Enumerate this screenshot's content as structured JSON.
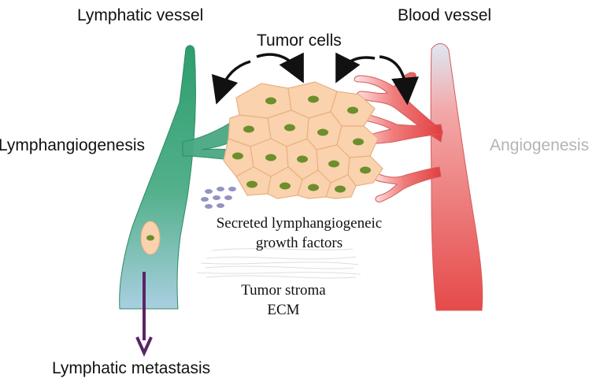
{
  "diagram": {
    "labels": {
      "lymphatic_vessel": "Lymphatic vessel",
      "blood_vessel": "Blood vessel",
      "tumor_cells": "Tumor cells",
      "lymphangiogenesis": "Lymphangiogenesis",
      "angiogenesis": "Angiogenesis",
      "secreted_line1": "Secreted lymphangiogeneic",
      "secreted_line2": "growth factors",
      "stroma_line1": "Tumor stroma",
      "stroma_line2": "ECM",
      "lymphatic_metastasis": "Lymphatic metastasis"
    },
    "colors": {
      "lymphatic_top": "#2e9e6e",
      "lymphatic_bottom": "#a9cfe0",
      "blood_light": "#f4b3b3",
      "blood_dark": "#e04444",
      "tumor_cell_fill": "#fad2ad",
      "tumor_cell_stroke": "#e9b083",
      "nucleus": "#6b8f2b",
      "growth_factor_dots": "#6f6fb0",
      "metastasis_arrow": "#5b2367",
      "angiogenesis_text": "#b4b4b4"
    }
  }
}
